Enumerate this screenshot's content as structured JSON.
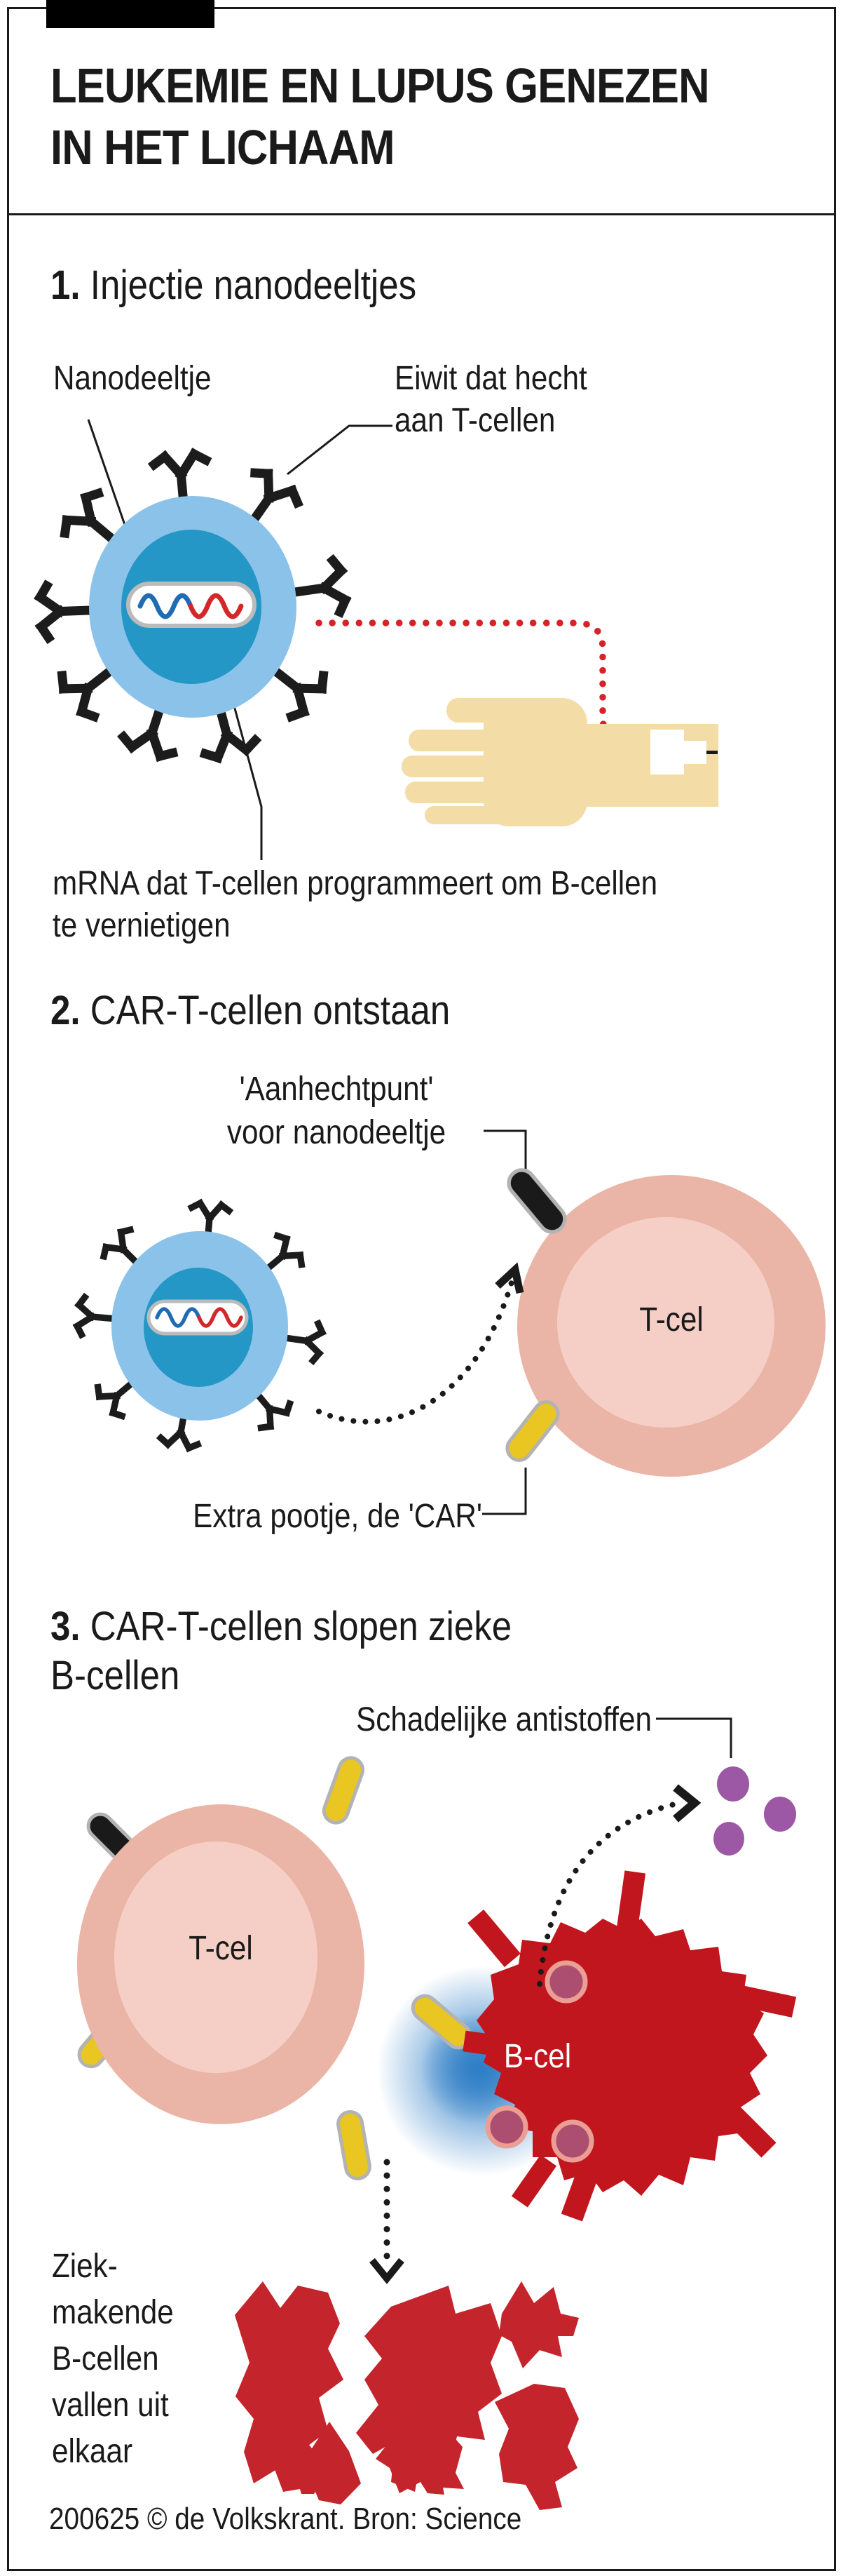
{
  "colors": {
    "ink": "#1a1a1a",
    "nanoparticle_outer": "#8BC2EA",
    "nanoparticle_inner": "#2497C6",
    "mrna_wave_blue": "#1F6CB4",
    "mrna_wave_red": "#D42729",
    "injection_dotted_red": "#D6232B",
    "hand_skin": "#F3DCA6",
    "tcell_outer": "#EAB4A6",
    "tcell_inner": "#F5CFC5",
    "car_yellow": "#E9C621",
    "capsule_stroke_gray": "#B3B3B3",
    "bcell_red": "#C1161D",
    "fragment_red": "#C4242B",
    "antibody_dot_purple": "#9C57A5",
    "bcell_nucleus_fill": "#AC4E70",
    "bcell_nucleus_ring": "#EA9E94",
    "contact_glow_blue": "#2E7EC6"
  },
  "header": {
    "title_line1": "LEUKEMIE EN LUPUS GENEZEN",
    "title_line2": "IN HET LICHAAM"
  },
  "step1": {
    "number": "1.",
    "heading": "Injectie nanodeeltjes",
    "label_nanoparticle": "Nanodeeltje",
    "label_protein_line1": "Eiwit dat hecht",
    "label_protein_line2": "aan T-cellen",
    "label_mrna_line1": "mRNA dat T-cellen programmeert om B-cellen",
    "label_mrna_line2": "te vernietigen"
  },
  "step2": {
    "number": "2.",
    "heading": "CAR-T-cellen ontstaan",
    "label_attach_line1": "'Aanhechtpunt'",
    "label_attach_line2": "voor nanodeeltje",
    "label_tcell": "T-cel",
    "label_car": "Extra pootje, de 'CAR'"
  },
  "step3": {
    "number": "3.",
    "heading_line1": "CAR-T-cellen slopen zieke",
    "heading_line2": "B-cellen",
    "label_antibodies": "Schadelijke antistoffen",
    "label_tcell": "T-cel",
    "label_bcell": "B-cel",
    "label_fragments": [
      "Ziek-",
      "makende",
      "B-cellen",
      "vallen uit",
      "elkaar"
    ]
  },
  "footer": {
    "credit": "200625 © de Volkskrant. Bron: Science"
  }
}
